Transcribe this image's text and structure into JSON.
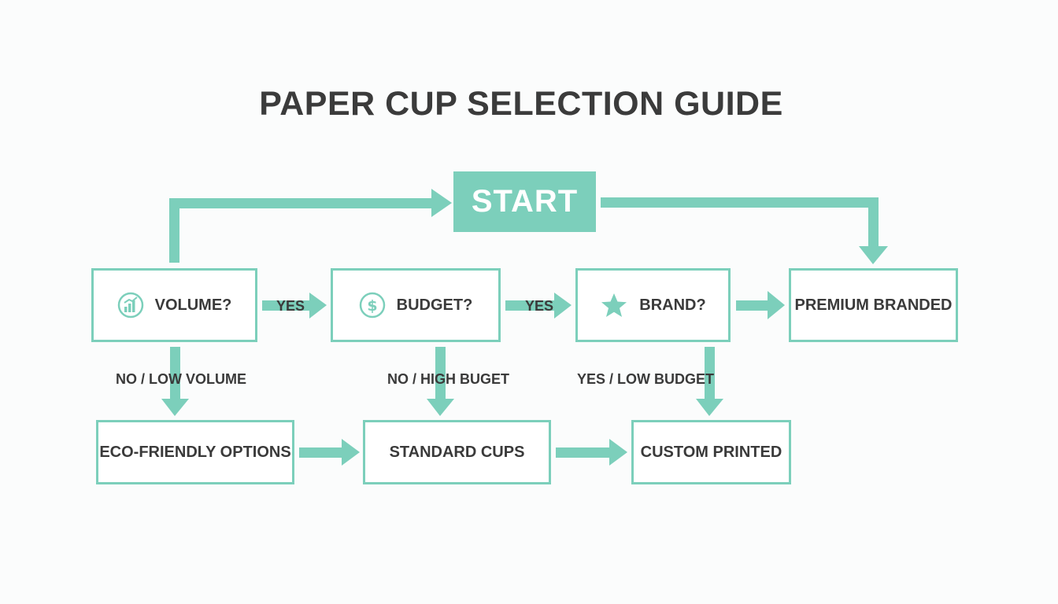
{
  "title": "PAPER CUP SELECTION GUIDE",
  "colors": {
    "accent": "#7ccfbb",
    "text": "#3a3a3a",
    "background": "#fbfcfc"
  },
  "nodes": {
    "start": "START",
    "volume": "VOLUME?",
    "budget": "BUDGET?",
    "brand": "BRAND?",
    "premium": "PREMIUM BRANDED",
    "eco": "ECO-FRIENDLY OPTIONS",
    "standard": "STANDARD CUPS",
    "custom": "CUSTOM PRINTED"
  },
  "icons": {
    "volume": "bar-chart-icon",
    "budget": "dollar-icon",
    "brand": "star-icon"
  },
  "edge_labels": {
    "volume_yes": "YES",
    "budget_yes": "YES",
    "volume_no": "NO / LOW VOLUME",
    "budget_no": "NO / HIGH BUGET",
    "brand_yes_low": "YES / LOW BUDGET"
  }
}
